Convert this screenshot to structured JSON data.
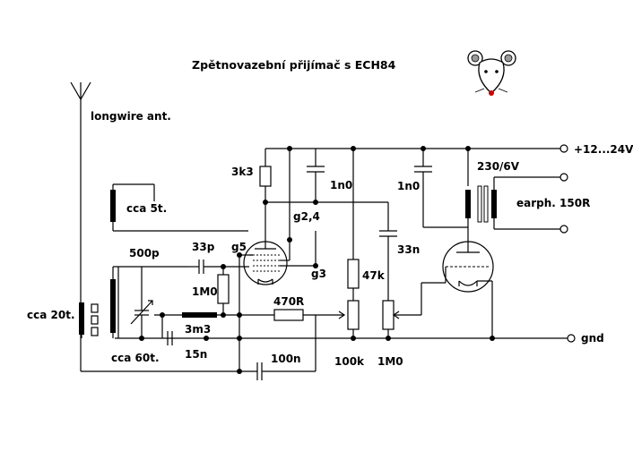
{
  "title": "Zpětnovazební přijímač s ECH84",
  "labels": {
    "antenna": "longwire ant.",
    "supply": "+12...24V",
    "gnd": "gnd",
    "earphone": "earph. 150R",
    "transformer": "230/6V",
    "coil_5t": "cca 5t.",
    "coil_20t": "cca 20t.",
    "coil_60t": "cca 60t.",
    "c_500p": "500p",
    "c_33p": "33p",
    "r_1m0_grid": "1M0",
    "choke_3m3": "3m3",
    "c_15n": "15n",
    "c_100n": "100n",
    "r_470r": "470R",
    "r_3k3": "3k3",
    "c_1n0_a": "1n0",
    "c_1n0_b": "1n0",
    "c_33n": "33n",
    "r_47k": "47k",
    "pot_100k": "100k",
    "pot_1m0": "1M0",
    "pin_g24": "g2,4",
    "pin_g5": "g5",
    "pin_g3": "g3"
  },
  "colors": {
    "ink": "#000000",
    "background": "#ffffff",
    "mascot_nose": "#cc0000"
  },
  "icons": {
    "mascot": "mouse-face-icon",
    "antenna": "antenna-icon"
  }
}
